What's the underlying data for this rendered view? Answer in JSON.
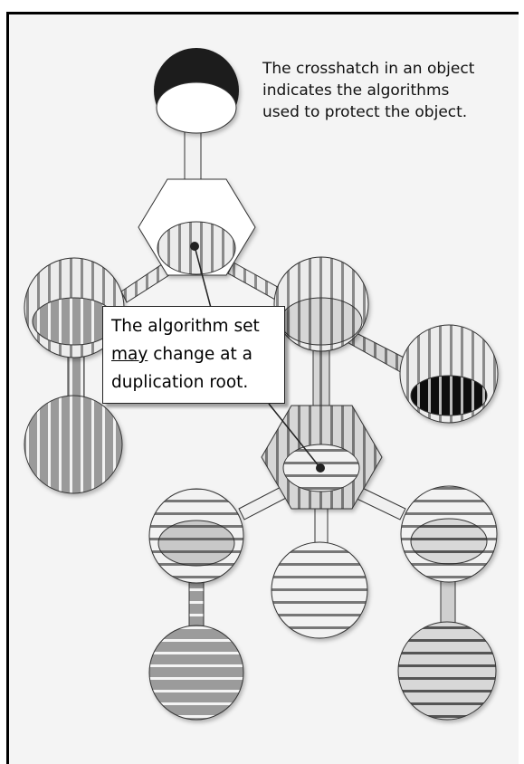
{
  "note": {
    "lines": [
      "The crosshatch in an object",
      "indicates the algorithms",
      "used to protect the object."
    ]
  },
  "callout": {
    "line1": "The algorithm set",
    "line2_underlined": "may",
    "line2_rest": " change at a",
    "line3": "duplication root."
  }
}
